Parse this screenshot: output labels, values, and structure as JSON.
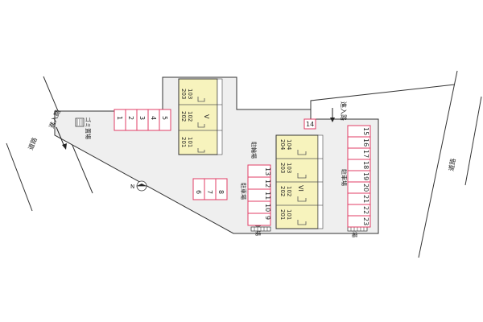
{
  "roads": {
    "left_road_label": "道路",
    "right_road_label": "道路",
    "left_entrance_label": "進入路",
    "right_entrance_label": "進入路"
  },
  "site": {
    "garbage_label": "ゴミ置場",
    "bicycle_label": "駐輪場",
    "parking_left_label": "駐車場",
    "parking_right_label": "駐車場",
    "bike_small_label": "駐輪場",
    "bike_right_small_label": "駐輪場",
    "compass_label": "N"
  },
  "parking": {
    "top_row": [
      "1",
      "2",
      "3",
      "4",
      "5"
    ],
    "middle_left": [
      "6",
      "7",
      "8"
    ],
    "middle_right": [
      "9",
      "10",
      "11",
      "12",
      "13"
    ],
    "single": [
      "14"
    ],
    "right_top": [
      "15",
      "16",
      "17",
      "18",
      "19"
    ],
    "right_bottom": [
      "20",
      "21",
      "22",
      "23"
    ]
  },
  "buildings": {
    "building_v": {
      "name": "V",
      "units": [
        {
          "upper": "203",
          "lower": "103"
        },
        {
          "upper": "202",
          "lower": "102"
        },
        {
          "upper": "201",
          "lower": "101"
        }
      ]
    },
    "building_vi": {
      "name": "VI",
      "units": [
        {
          "upper": "204",
          "lower": "104"
        },
        {
          "upper": "203",
          "lower": "103"
        },
        {
          "upper": "202",
          "lower": "102"
        },
        {
          "upper": "201",
          "lower": "101"
        }
      ]
    }
  },
  "colors": {
    "site_fill": "#efefef",
    "building_fill": "#f7f3bd",
    "parking_border": "#e03c64"
  }
}
